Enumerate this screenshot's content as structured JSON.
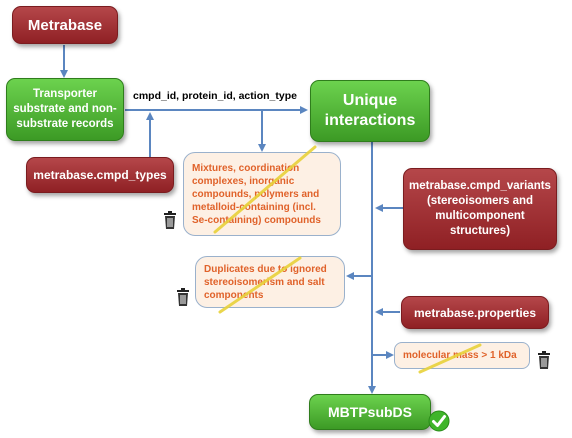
{
  "nodes": {
    "metrabase": "Metrabase",
    "transporter_records": "Transporter substrate and non-substrate records",
    "cmpd_types": "metrabase.cmpd_types",
    "unique_interactions": "Unique interactions",
    "cmpd_variants": "metrabase.cmpd_variants (stereoisomers and multicomponent structures)",
    "properties": "metrabase.properties",
    "mbtpsubds": "MBTPsubDS"
  },
  "edge_labels": {
    "columns": "cmpd_id, protein_id, action_type"
  },
  "filters": {
    "mixtures": "Mixtures, coordination complexes, inorganic compounds, polymers and metalloid-containing (incl. Se-containing) compounds",
    "duplicates": "Duplicates due to ignored stereoisomerism and salt components",
    "mass": "molecular mass > 1 kDa"
  },
  "icons": [
    "trash-bin-icon",
    "trash-bin-icon",
    "trash-bin-icon",
    "checkmark-icon"
  ],
  "colors": {
    "red_box": "#9b2a2e",
    "green_box": "#4caf32",
    "note_text": "#e0622a",
    "arrow": "#5b86c0",
    "strike": "#e8d23a"
  }
}
